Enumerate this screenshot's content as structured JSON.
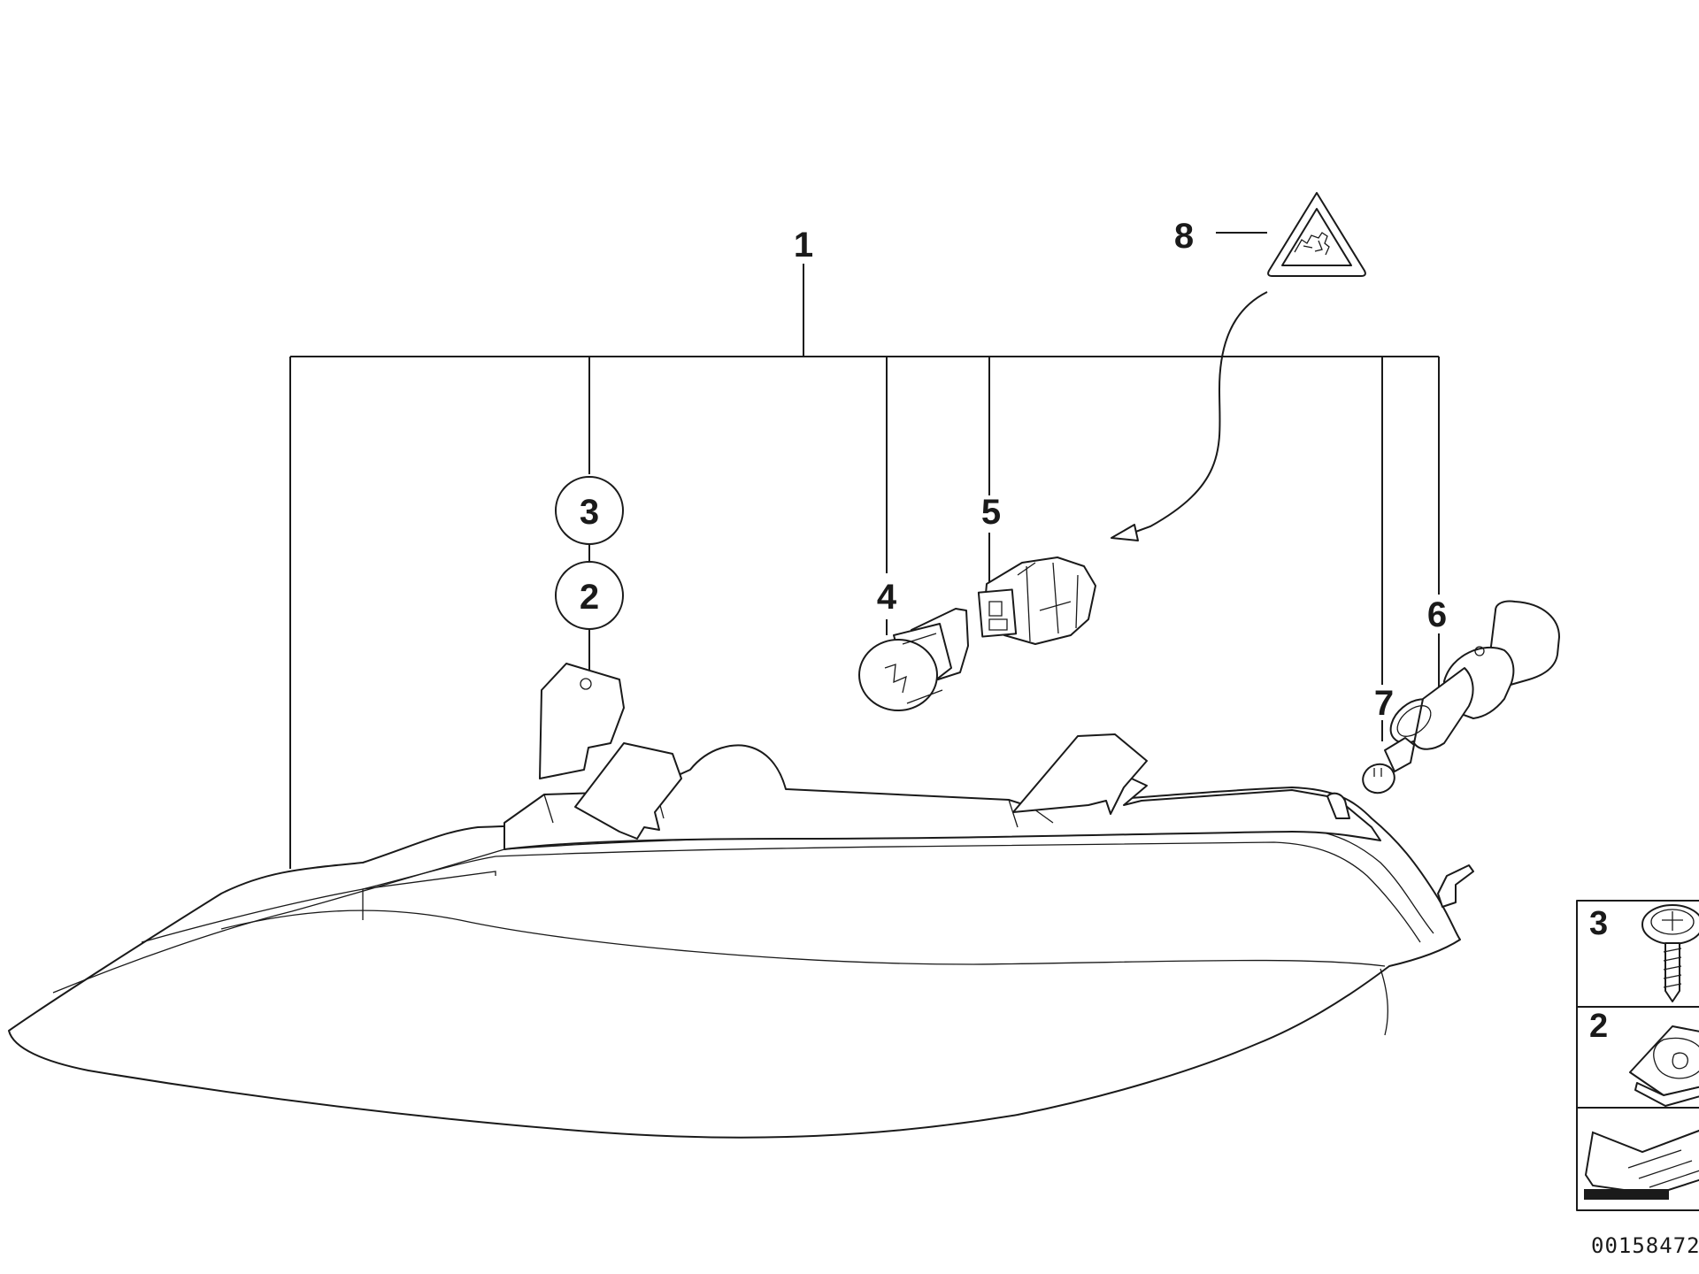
{
  "callouts": {
    "c1": "1",
    "c2": "2",
    "c3": "3",
    "c4": "4",
    "c5": "5",
    "c6": "6",
    "c7": "7",
    "c8": "8"
  },
  "legend": {
    "row_top": "3",
    "row_middle": "2"
  },
  "reference_id": "00158472",
  "icons": {
    "warning_triangle": "hand-caution-triangle-icon",
    "arrow": "curved-pointer-arrow-icon",
    "screw": "screw-icon",
    "clip": "clip-nut-icon",
    "direction": "arrow-direction-icon"
  }
}
